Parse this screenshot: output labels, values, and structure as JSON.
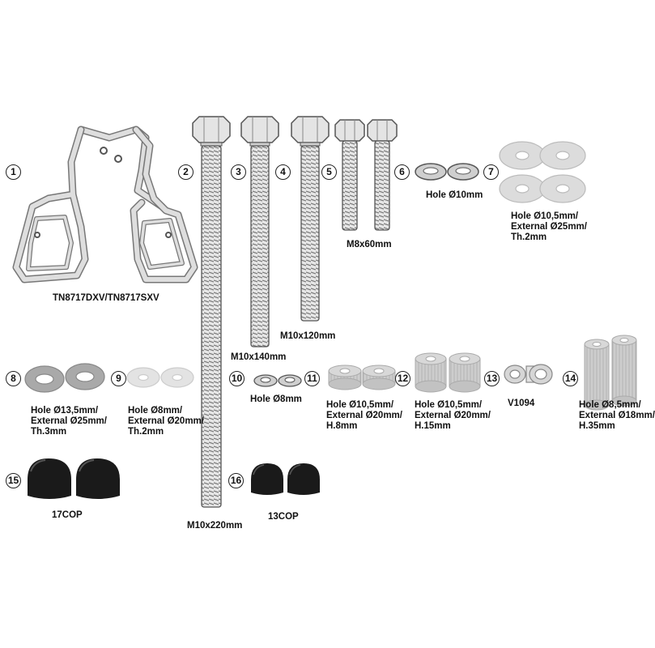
{
  "colors": {
    "metal": "#d9d9d9",
    "metal_dark": "#9a9a9a",
    "washer": "#cfcfcf",
    "spacer": "#c6c6c6",
    "cap": "#1a1a1a",
    "outline": "#555555"
  },
  "items": [
    {
      "number": "1",
      "label": "TN8717DXV/TN8717SXV",
      "icon": "pannier-frame-icon"
    },
    {
      "number": "2",
      "label": "M10x220mm",
      "icon": "bolt-icon"
    },
    {
      "number": "3",
      "label": "M10x140mm",
      "icon": "bolt-icon"
    },
    {
      "number": "4",
      "label": "M10x120mm",
      "icon": "bolt-icon"
    },
    {
      "number": "5",
      "label": "M8x60mm",
      "icon": "bolt-icon"
    },
    {
      "number": "6",
      "label": "Hole Ø10mm",
      "icon": "spring-washer-icon"
    },
    {
      "number": "7",
      "label_lines": [
        "Hole Ø10,5mm/",
        "External Ø25mm/",
        "Th.2mm"
      ],
      "icon": "flat-washer-icon"
    },
    {
      "number": "8",
      "label_lines": [
        "Hole Ø13,5mm/",
        "External Ø25mm/",
        "Th.3mm"
      ],
      "icon": "flat-washer-icon"
    },
    {
      "number": "9",
      "label_lines": [
        "Hole Ø8mm/",
        "External Ø20mm/",
        "Th.2mm"
      ],
      "icon": "flat-washer-icon"
    },
    {
      "number": "10",
      "label": "Hole Ø8mm",
      "icon": "spring-washer-icon"
    },
    {
      "number": "11",
      "label_lines": [
        "Hole Ø10,5mm/",
        "External Ø20mm/",
        "H.8mm"
      ],
      "icon": "spacer-icon"
    },
    {
      "number": "12",
      "label_lines": [
        "Hole Ø10,5mm/",
        "External Ø20mm/",
        "H.15mm"
      ],
      "icon": "spacer-icon"
    },
    {
      "number": "13",
      "label": "V1094",
      "icon": "bushing-icon"
    },
    {
      "number": "14",
      "label_lines": [
        "Hole Ø8,5mm/",
        "External Ø18mm/",
        "H.35mm"
      ],
      "icon": "spacer-icon"
    },
    {
      "number": "15",
      "label": "17COP",
      "icon": "nut-cap-icon"
    },
    {
      "number": "16",
      "label": "13COP",
      "icon": "nut-cap-icon"
    }
  ]
}
